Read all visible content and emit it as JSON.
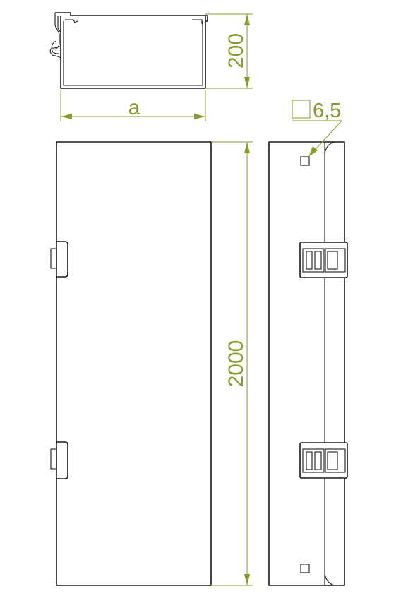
{
  "drawing": {
    "dimensions": {
      "height_top_view": "200",
      "width_label": "a",
      "length": "2000",
      "hole_size": "6,5"
    },
    "colors": {
      "dimension": "#8a9a2b",
      "outline": "#1a1a1a",
      "background": "#ffffff"
    }
  }
}
